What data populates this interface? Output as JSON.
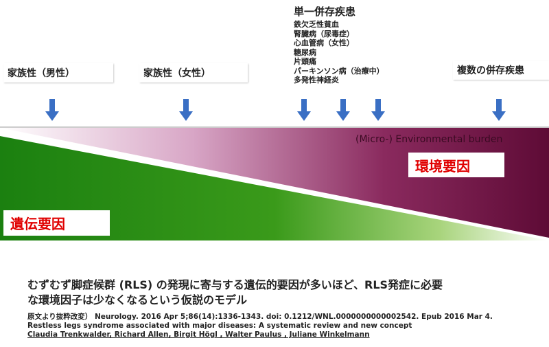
{
  "labels": {
    "familial_male": "家族性（男性）",
    "familial_female": "家族性（女性）",
    "multiple": "複数の併存疾患"
  },
  "single": {
    "title": "単一併存疾患",
    "items": [
      "鉄欠乏性貧血",
      "腎臓病（尿毒症）",
      "心血管病（女性）",
      "糖尿病",
      "片頭痛",
      "パーキンソン病（治療中）",
      "多発性神経炎"
    ]
  },
  "diagram": {
    "env_en": "(Micro-) Environmental burden",
    "env_jp": "環境要因",
    "genetic_jp": "遺伝要因"
  },
  "colors": {
    "purple": "#6b0f3f",
    "green": "#1e8a12",
    "arrow": "#3a6fc4",
    "red": "#e00000"
  },
  "caption": {
    "line1": "むずむず脚症候群 (RLS) の発現に寄与する遺伝的要因が多いほど、RLS発症に必要",
    "line2": "な環境因子は少なくなるという仮説のモデル"
  },
  "reference": {
    "line1": "原文より抜粋改変） Neurology. 2016 Apr 5;86(14):1336-1343. doi: 0.1212/WNL.0000000000002542.  Epub 2016 Mar 4.",
    "line2": "Restless legs syndrome associated with major diseases: A systematic review and new concept",
    "authors": "Claudia Trenkwalder, Richard Allen, Birgit Högl , Walter Paulus , Juliane Winkelmann"
  }
}
